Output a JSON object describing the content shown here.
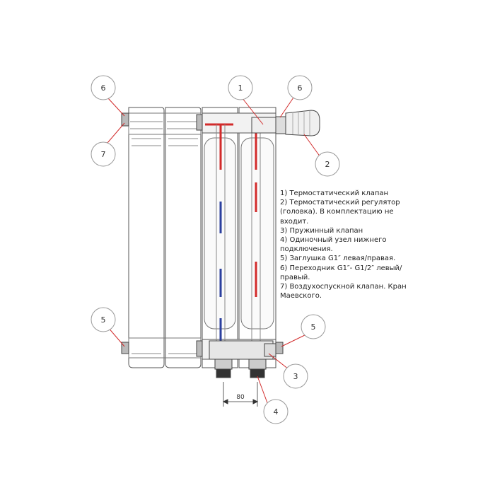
{
  "legend": [
    "1) Термостатический клапан",
    "2) Термостатический регулятор (головка). В комплектацию не входит.",
    "3) Пружинный клапан",
    "4) Одиночный узел нижнего подключения.",
    "5) Заглушка G1″ левая/правая.",
    "6) Переходник G1″- G1/2″ левый/правый.",
    "7) Воздухоспускной клапан. Кран Маевского."
  ],
  "callouts": [
    {
      "label": "6"
    },
    {
      "label": "1"
    },
    {
      "label": "6"
    },
    {
      "label": "7"
    },
    {
      "label": "2"
    },
    {
      "label": "5"
    },
    {
      "label": "5"
    },
    {
      "label": "3"
    },
    {
      "label": "4"
    }
  ],
  "dimension": {
    "value": "80"
  },
  "colors": {
    "hot": "#d22b2b",
    "cold": "#2b3f9e",
    "line": "#444444",
    "callout_line": "#d22b2b"
  }
}
